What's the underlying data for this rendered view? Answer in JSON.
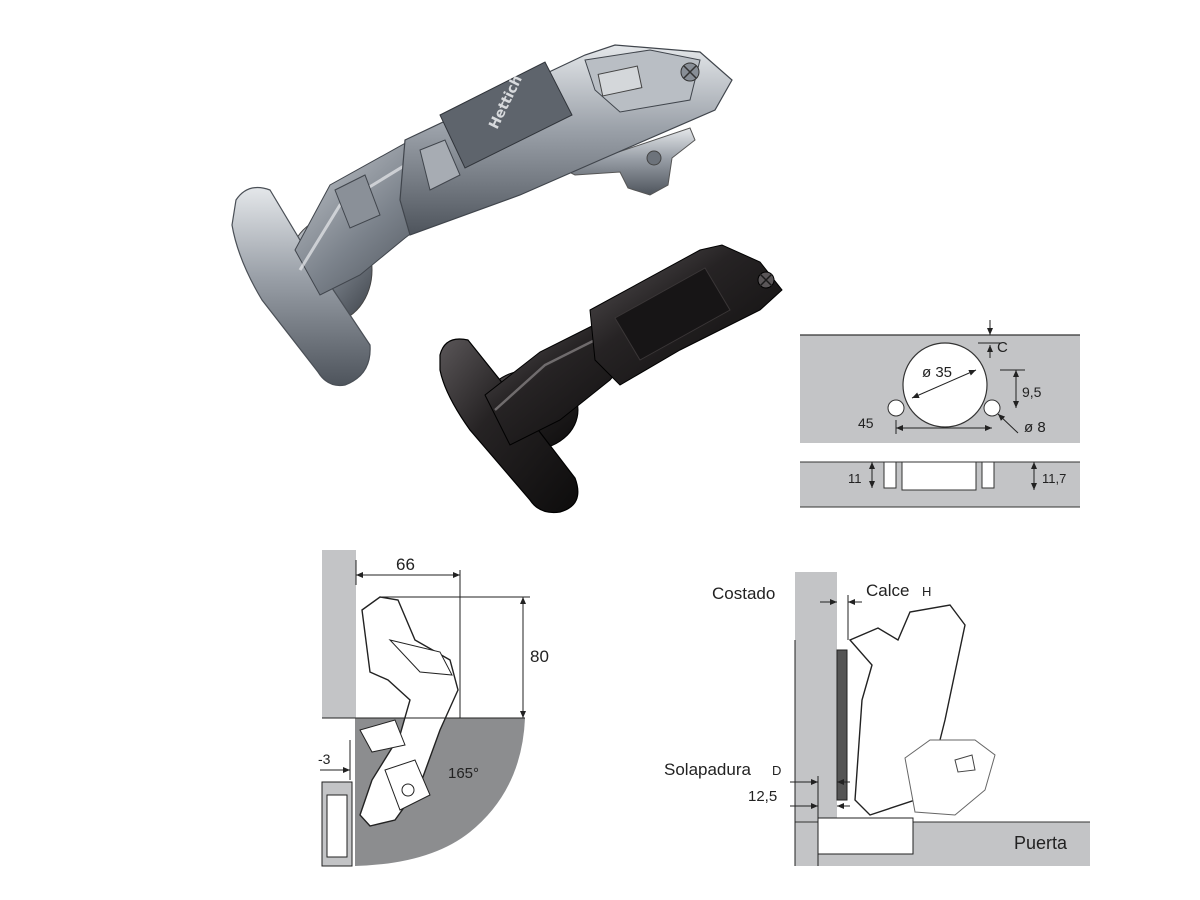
{
  "brand": "Hettich",
  "drill": {
    "dia_main": "ø 35",
    "dia_small": "ø 8",
    "dim_c": "C",
    "dim_9_5": "9,5",
    "dim_45": "45",
    "dim_11": "11",
    "dim_11_7": "11,7"
  },
  "opening": {
    "width": "66",
    "height": "80",
    "angle": "165°",
    "offset": "-3"
  },
  "mount": {
    "costado": "Costado",
    "calce": "Calce",
    "calce_letter": "H",
    "solapadura": "Solapadura",
    "solapadura_letter": "D",
    "dim_12_5": "12,5",
    "puerta": "Puerta"
  },
  "colors": {
    "steel": "#8d939b",
    "black_finish": "#1e1c1d",
    "panel_grey": "#bfc0c2",
    "line": "#222222"
  }
}
